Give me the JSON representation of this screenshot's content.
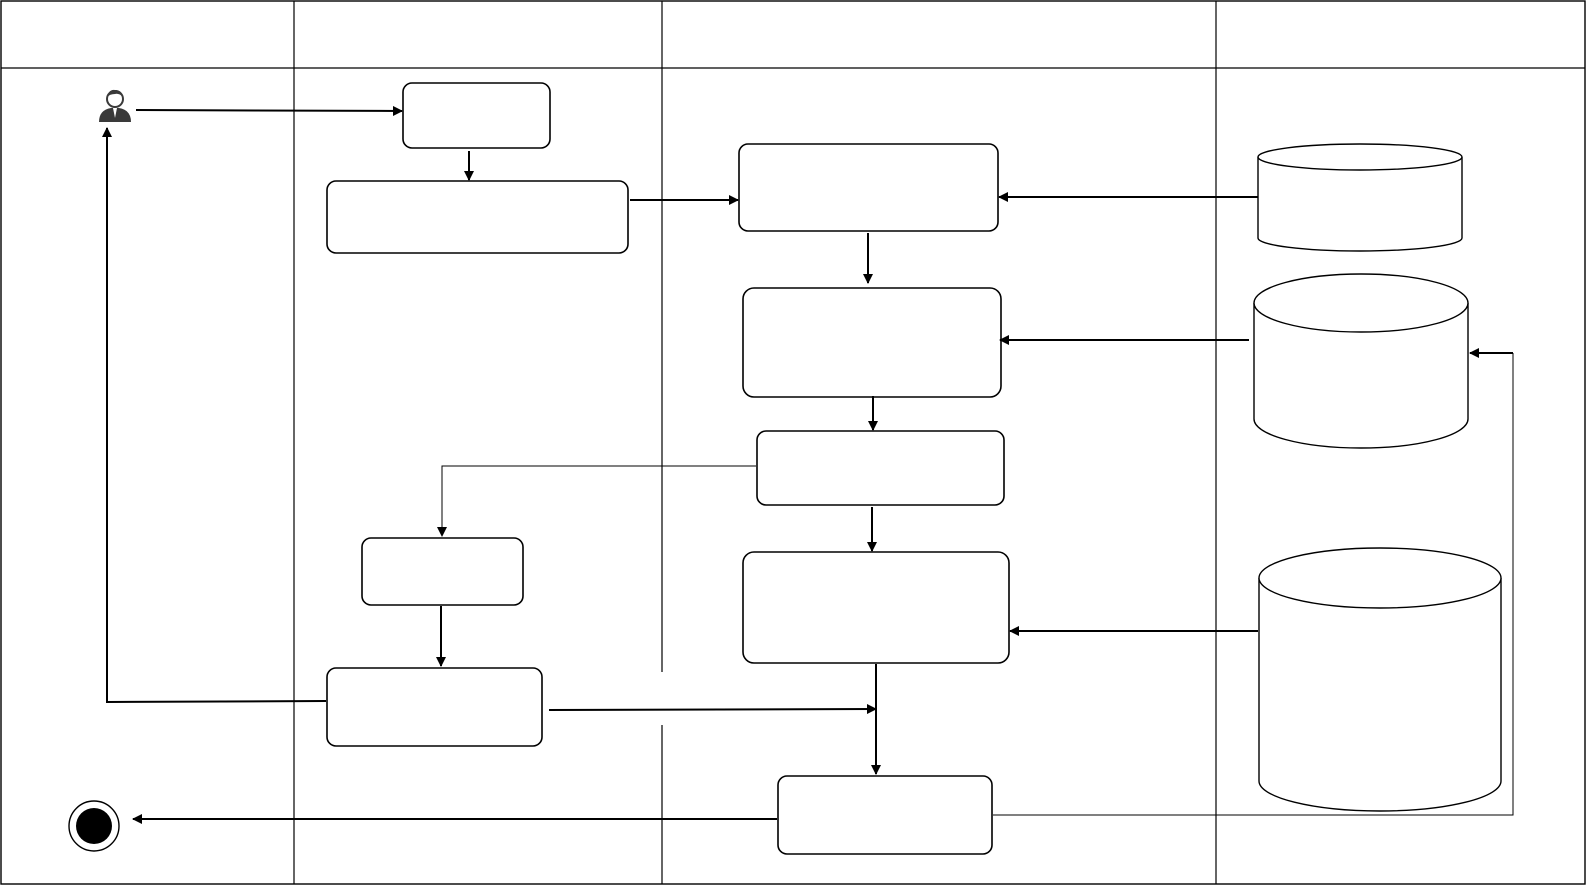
{
  "lanes": [
    {
      "id": "lane-1",
      "title": ""
    },
    {
      "id": "lane-2",
      "title": ""
    },
    {
      "id": "lane-3",
      "title": ""
    },
    {
      "id": "lane-4",
      "title": ""
    }
  ],
  "nodes": {
    "actor": {
      "type": "actor",
      "label": ""
    },
    "process_1": {
      "type": "process",
      "label": ""
    },
    "process_2": {
      "type": "process",
      "label": ""
    },
    "process_3": {
      "type": "process",
      "label": ""
    },
    "process_4": {
      "type": "process",
      "label": ""
    },
    "process_5": {
      "type": "process",
      "label": ""
    },
    "process_6": {
      "type": "process",
      "label": ""
    },
    "process_7": {
      "type": "process",
      "label": ""
    },
    "process_8": {
      "type": "process",
      "label": ""
    },
    "process_9": {
      "type": "process",
      "label": ""
    },
    "datastore_1": {
      "type": "datastore",
      "label": ""
    },
    "datastore_2": {
      "type": "datastore",
      "label": ""
    },
    "datastore_3": {
      "type": "datastore",
      "label": ""
    },
    "end": {
      "type": "final-node",
      "label": ""
    }
  },
  "edges": [
    {
      "from": "actor",
      "to": "process_1"
    },
    {
      "from": "process_1",
      "to": "process_2"
    },
    {
      "from": "process_2",
      "to": "process_3"
    },
    {
      "from": "datastore_1",
      "to": "process_3"
    },
    {
      "from": "process_3",
      "to": "process_4"
    },
    {
      "from": "datastore_2",
      "to": "process_4"
    },
    {
      "from": "process_4",
      "to": "process_5"
    },
    {
      "from": "process_5",
      "to": "process_6"
    },
    {
      "from": "process_5",
      "to": "process_7"
    },
    {
      "from": "datastore_3",
      "to": "process_7"
    },
    {
      "from": "process_6",
      "to": "process_8"
    },
    {
      "from": "process_8",
      "to": "actor"
    },
    {
      "from": "process_8",
      "to": "process_9"
    },
    {
      "from": "process_7",
      "to": "process_9"
    },
    {
      "from": "process_9",
      "to": "end"
    },
    {
      "from": "process_9",
      "to": "datastore_2"
    }
  ]
}
